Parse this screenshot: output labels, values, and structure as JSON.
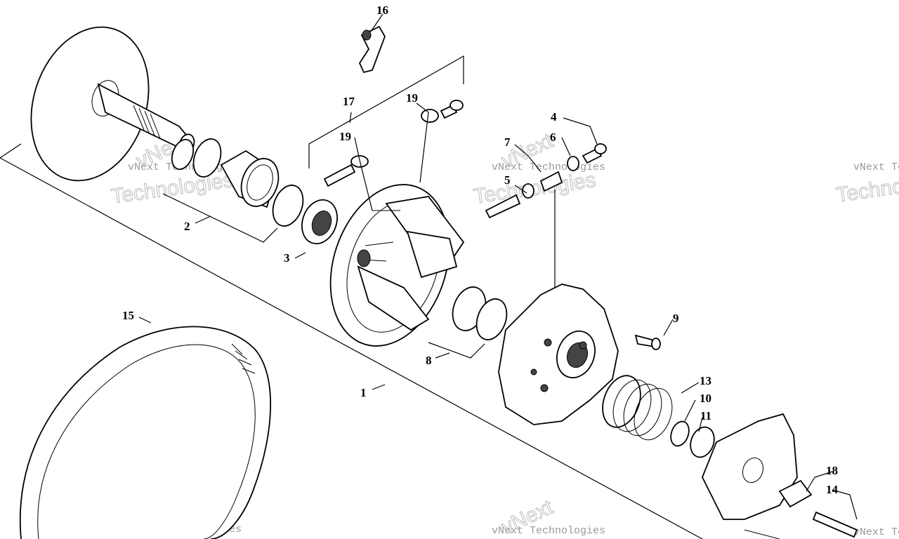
{
  "diagram": {
    "callouts": [
      {
        "id": "c1",
        "label": "1"
      },
      {
        "id": "c2",
        "label": "2"
      },
      {
        "id": "c3",
        "label": "3"
      },
      {
        "id": "c4",
        "label": "4"
      },
      {
        "id": "c5",
        "label": "5"
      },
      {
        "id": "c6",
        "label": "6"
      },
      {
        "id": "c7",
        "label": "7"
      },
      {
        "id": "c8",
        "label": "8"
      },
      {
        "id": "c9",
        "label": "9"
      },
      {
        "id": "c10",
        "label": "10"
      },
      {
        "id": "c11",
        "label": "11"
      },
      {
        "id": "c13",
        "label": "13"
      },
      {
        "id": "c14",
        "label": "14"
      },
      {
        "id": "c15",
        "label": "15"
      },
      {
        "id": "c16",
        "label": "16"
      },
      {
        "id": "c17",
        "label": "17"
      },
      {
        "id": "c18",
        "label": "18"
      },
      {
        "id": "c19a",
        "label": "19"
      },
      {
        "id": "c19b",
        "label": "19"
      }
    ],
    "watermark": {
      "brand": "vNext",
      "line_small": "vNext Technologies",
      "line_big": "Technologies"
    }
  }
}
